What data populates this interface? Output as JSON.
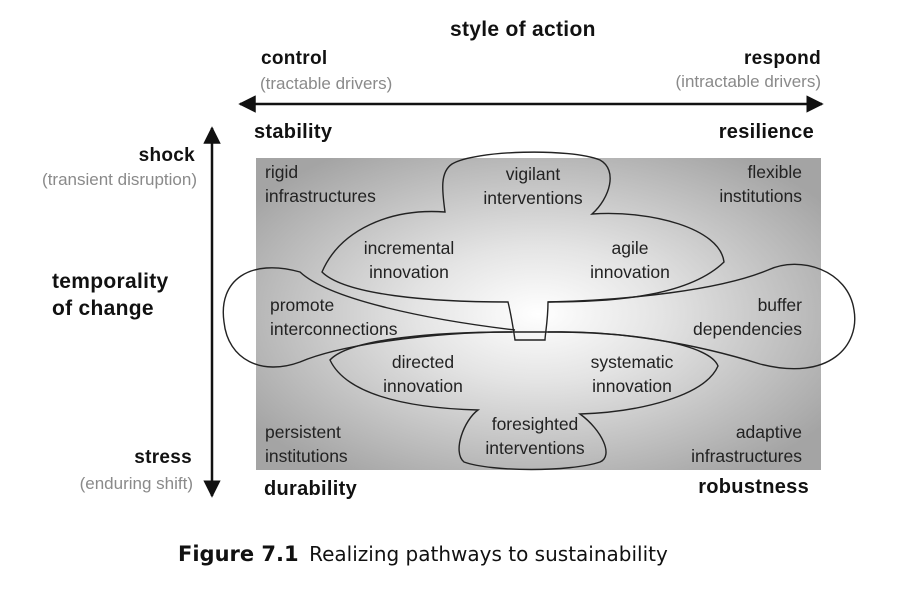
{
  "top_axis": {
    "title": "style of action",
    "left": {
      "label": "control",
      "sub": "(tractable drivers)"
    },
    "right": {
      "label": "respond",
      "sub": "(intractable drivers)"
    }
  },
  "left_axis": {
    "title_line1": "temporality",
    "title_line2": "of change",
    "top": {
      "label": "shock",
      "sub": "(transient disruption)"
    },
    "bottom": {
      "label": "stress",
      "sub": "(enduring shift)"
    }
  },
  "corners": {
    "top_left": "stability",
    "top_right": "resilience",
    "bottom_left": "durability",
    "bottom_right": "robustness"
  },
  "cells": {
    "rigid_infrastructures": [
      "rigid",
      "infrastructures"
    ],
    "flexible_institutions": [
      "flexible",
      "institutions"
    ],
    "persistent_institutions": [
      "persistent",
      "institutions"
    ],
    "adaptive_infrastructures": [
      "adaptive",
      "infrastructures"
    ],
    "vigilant_interventions": [
      "vigilant",
      "interventions"
    ],
    "foresighted_interventions": [
      "foresighted",
      "interventions"
    ],
    "promote_interconnections": [
      "promote",
      "interconnections"
    ],
    "buffer_dependencies": [
      "buffer",
      "dependencies"
    ],
    "incremental_innovation": [
      "incremental",
      "innovation"
    ],
    "agile_innovation": [
      "agile",
      "innovation"
    ],
    "directed_innovation": [
      "directed",
      "innovation"
    ],
    "systematic_innovation": [
      "systematic",
      "innovation"
    ]
  },
  "caption": {
    "number": "Figure 7.1",
    "text": "Realizing pathways to sustainability"
  }
}
